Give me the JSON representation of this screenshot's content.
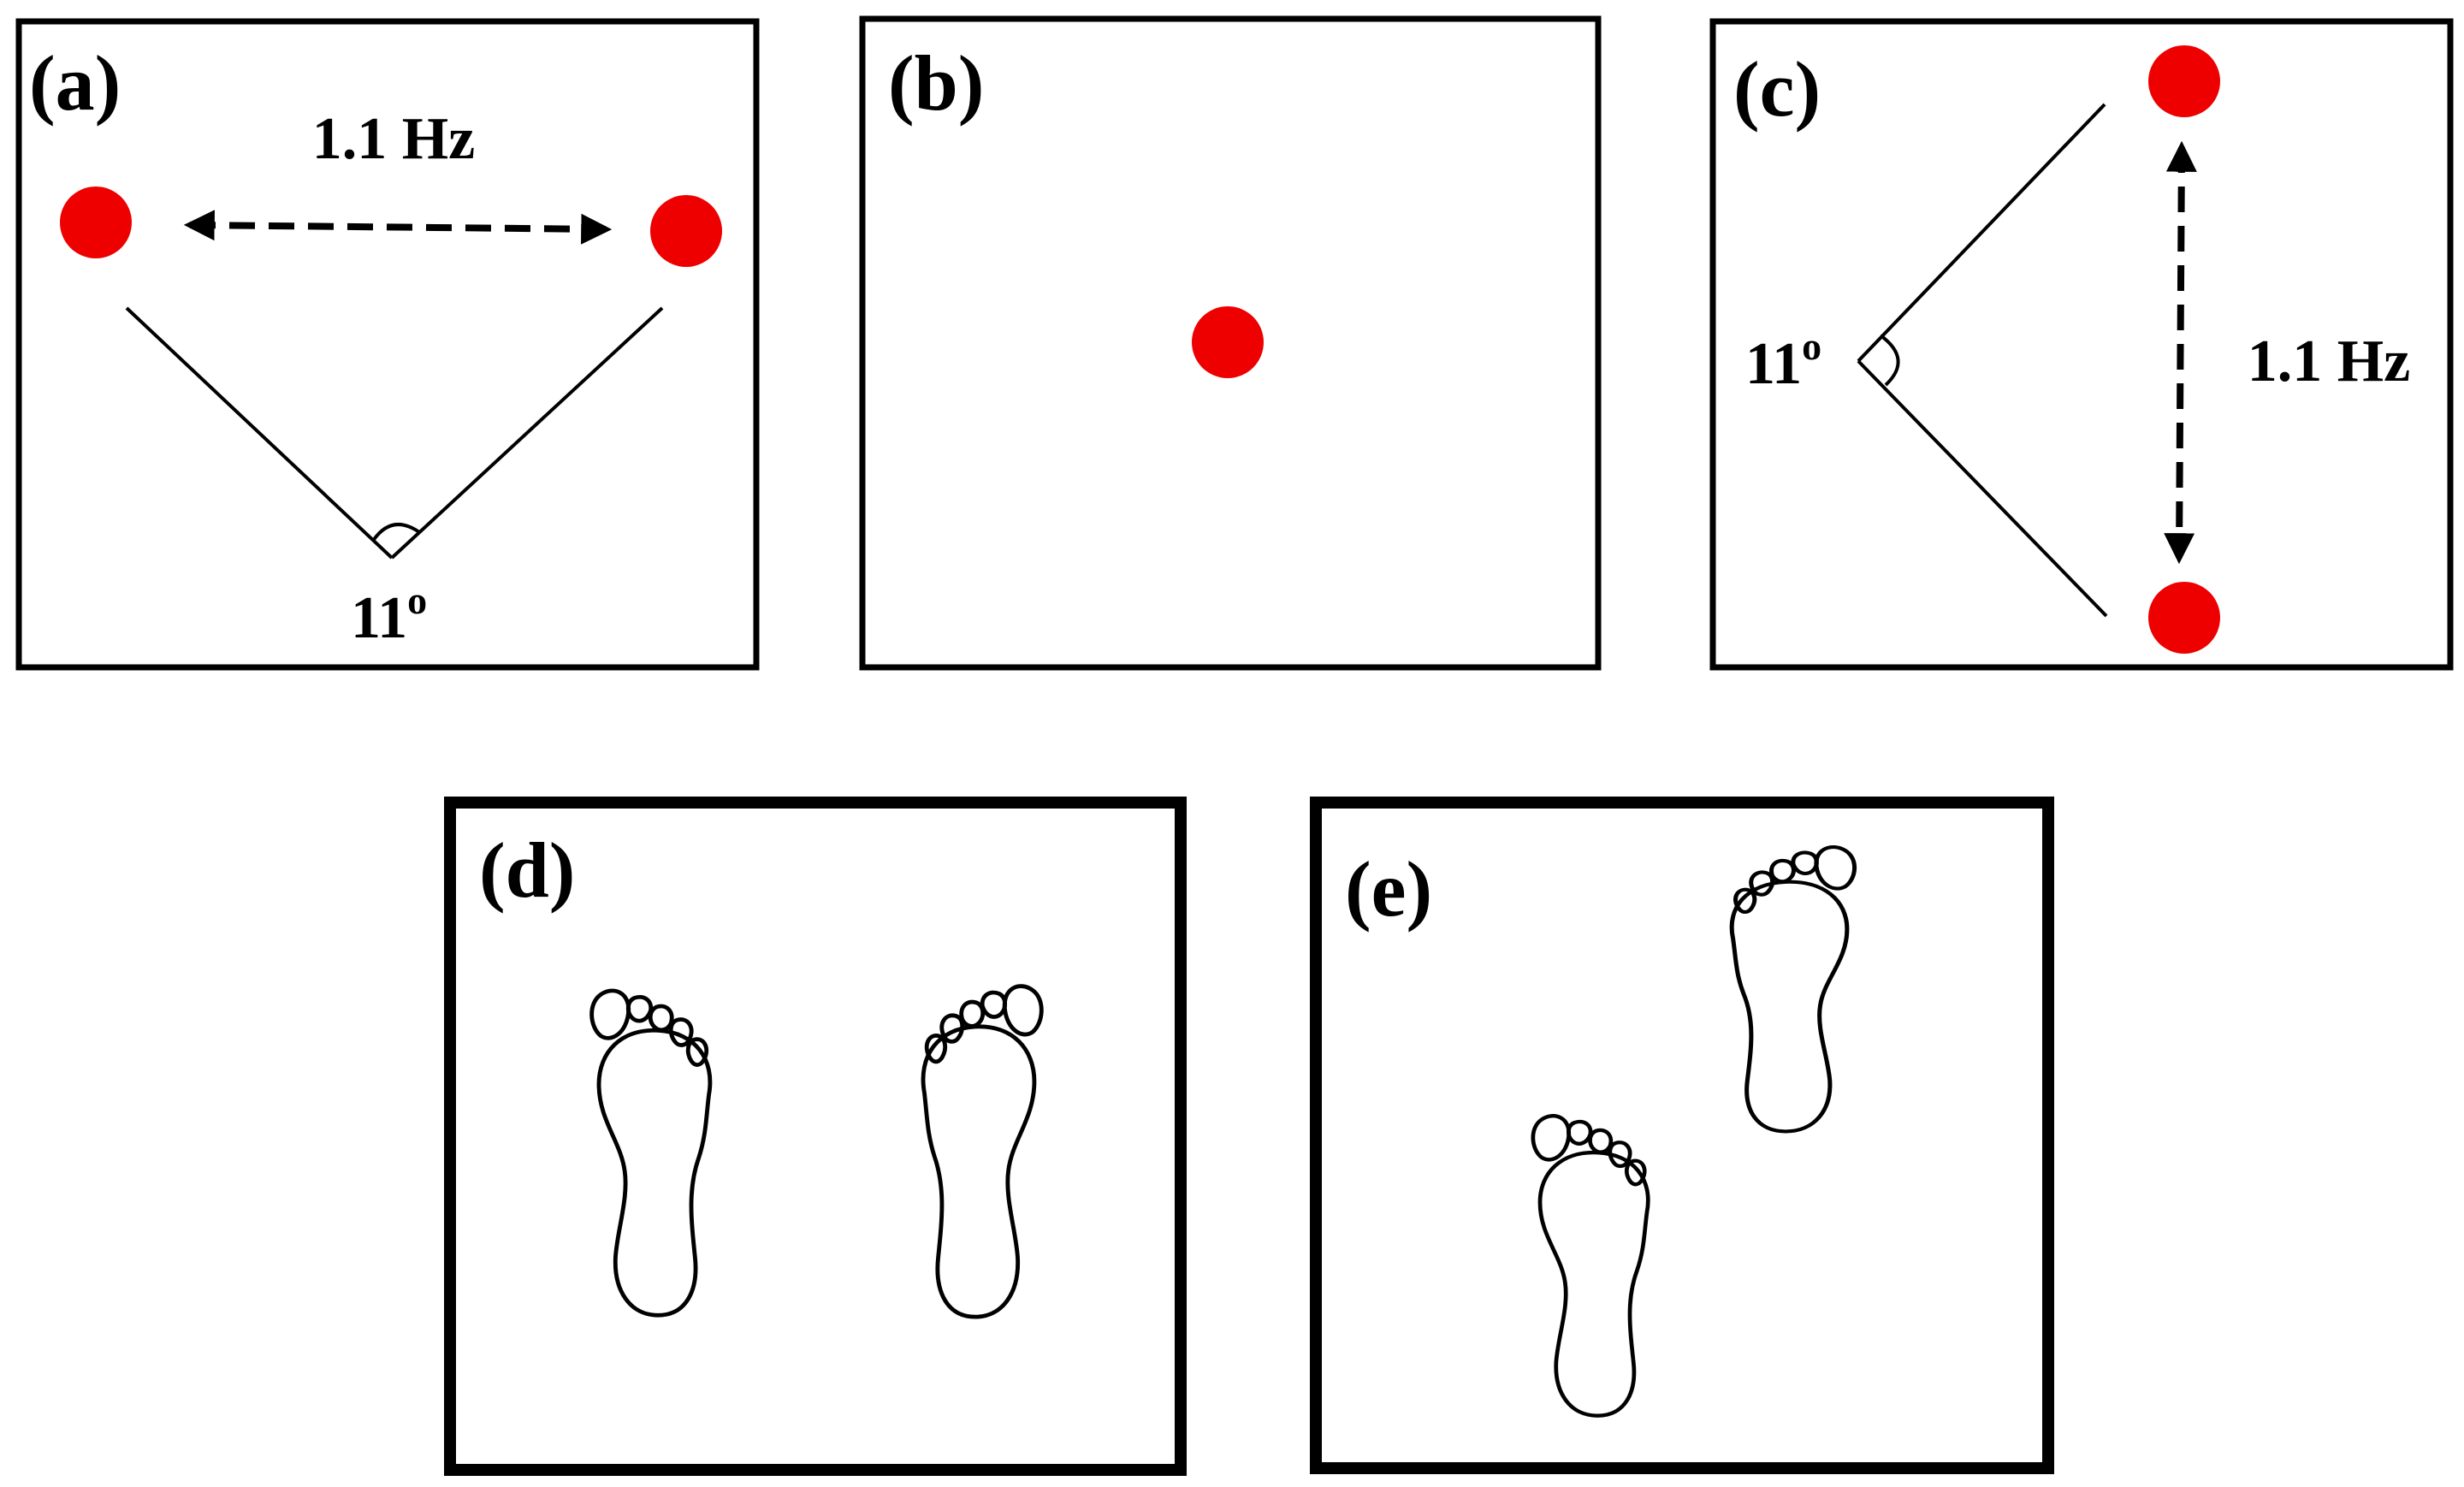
{
  "panels": {
    "a": {
      "label": "(a)",
      "frequency": "1.1 Hz",
      "angle": "11",
      "angle_unit": "o"
    },
    "b": {
      "label": "(b)"
    },
    "c": {
      "label": "(c)",
      "frequency": "1.1 Hz",
      "angle": "11",
      "angle_unit": "o"
    },
    "d": {
      "label": "(d)"
    },
    "e": {
      "label": "(e)"
    }
  },
  "colors": {
    "target": "#ee0000",
    "line": "#000000",
    "background": "#ffffff"
  },
  "icons": [
    "target-dot-icon",
    "double-arrow-icon",
    "angle-arc-icon",
    "footprint-icon"
  ]
}
